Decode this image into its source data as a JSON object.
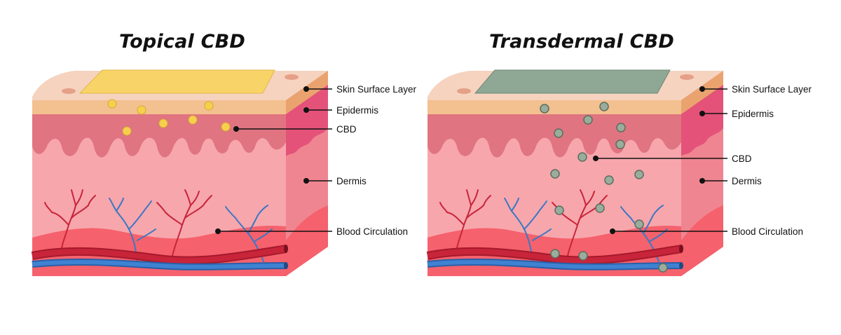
{
  "panels": [
    {
      "title": "Topical CBD",
      "patch_color": "#f8d468",
      "particle_color": "#f6d04d",
      "labels": {
        "skin_surface": "Skin Surface Layer",
        "epidermis": "Epidermis",
        "cbd": "CBD",
        "dermis": "Dermis",
        "blood": "Blood Circulation"
      }
    },
    {
      "title": "Transdermal CBD",
      "patch_color": "#8fa896",
      "particle_color": "#9aac9c",
      "labels": {
        "skin_surface": "Skin Surface Layer",
        "epidermis": "Epidermis",
        "cbd": "CBD",
        "dermis": "Dermis",
        "blood": "Blood Circulation"
      }
    }
  ],
  "colors": {
    "skin_top": "#f5d3bf",
    "surface_band": "#f3c08f",
    "epidermis": "#e07480",
    "dermis": "#f7a6ac",
    "side_dermis": "#ef8590",
    "side_epidermis": "#e4527a",
    "side_surface": "#eaa36e",
    "blood_layer": "#f5616c",
    "artery": "#c8253a",
    "vein": "#3b78c4"
  }
}
